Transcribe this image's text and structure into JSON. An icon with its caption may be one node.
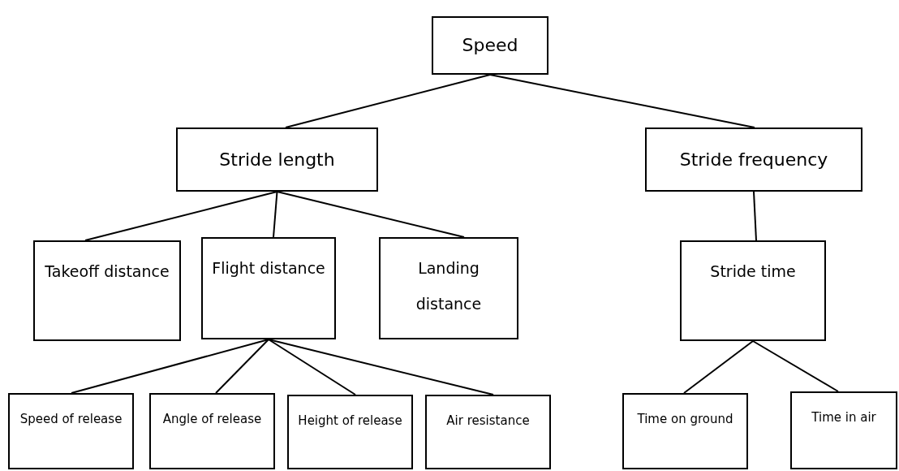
{
  "diagram": {
    "nodes": [
      {
        "text": [
          "Speed"
        ]
      },
      {
        "text": [
          "Stride length"
        ]
      },
      {
        "text": [
          "Stride frequency"
        ]
      },
      {
        "text": [
          "Takeoff distance"
        ]
      },
      {
        "text": [
          "Flight distance"
        ]
      },
      {
        "text": [
          "Landing distance"
        ]
      },
      {
        "text": [
          "Stride time"
        ]
      },
      {
        "text": [
          "Speed of release"
        ]
      },
      {
        "text": [
          "Angle of release"
        ]
      },
      {
        "text": [
          "Height of release"
        ]
      },
      {
        "text": [
          "Air resistance"
        ]
      },
      {
        "text": [
          "Time on ground"
        ]
      },
      {
        "text": [
          "Time in air"
        ]
      }
    ],
    "edges": [
      {
        "from": 0,
        "to": 1,
        "arrow": "none"
      },
      {
        "from": 0,
        "to": 2,
        "arrow": "none"
      },
      {
        "from": 1,
        "to": 3,
        "arrow": "none"
      },
      {
        "from": 1,
        "to": 4,
        "arrow": "none"
      },
      {
        "from": 1,
        "to": 5,
        "arrow": "none"
      },
      {
        "from": 2,
        "to": 6,
        "arrow": "none"
      },
      {
        "from": 4,
        "to": 7,
        "arrow": "none"
      },
      {
        "from": 4,
        "to": 8,
        "arrow": "none"
      },
      {
        "from": 4,
        "to": 9,
        "arrow": "none"
      },
      {
        "from": 4,
        "to": 10,
        "arrow": "none"
      },
      {
        "from": 6,
        "to": 11,
        "arrow": "none"
      },
      {
        "from": 6,
        "to": 12,
        "arrow": "none"
      }
    ]
  }
}
